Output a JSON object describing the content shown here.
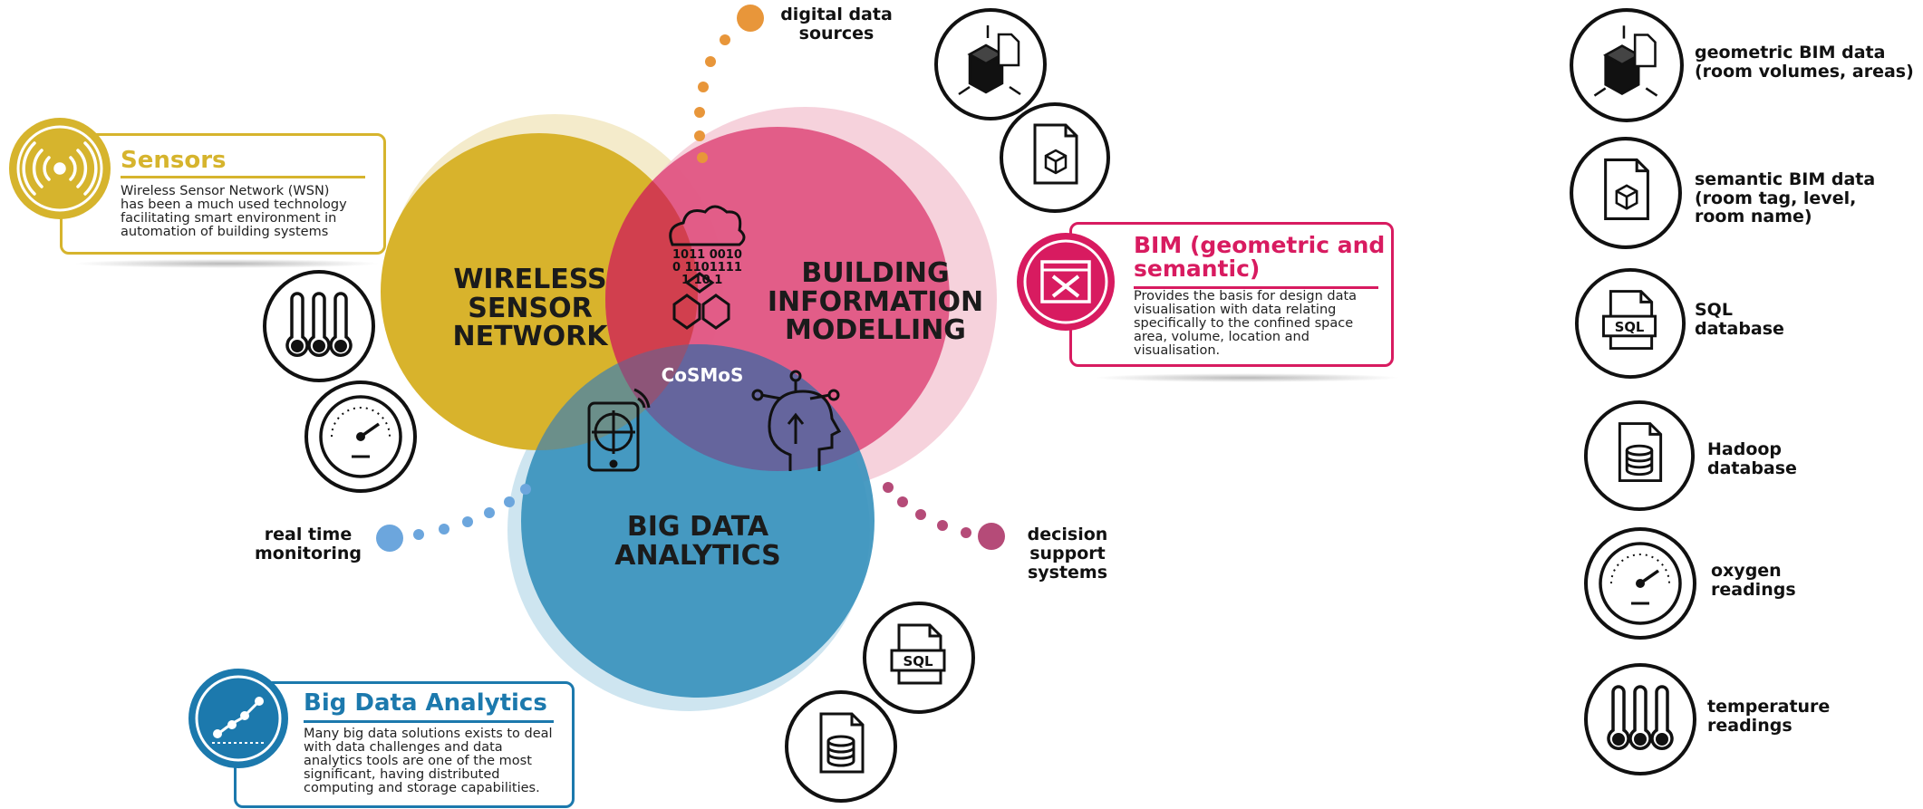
{
  "colors": {
    "wsn": "#d8b32c",
    "bim": "#df5380",
    "bda": "#3a93bd",
    "realtime_dot": "#6ca6dd",
    "digital_dot": "#e8963a",
    "decision_dot": "#b54b78",
    "sensors_panel": "#d6b42d",
    "bim_panel": "#d81b60",
    "bda_panel": "#1c79ad"
  },
  "venn": {
    "wsn_label": [
      "WIRELESS",
      "SENSOR",
      "NETWORK"
    ],
    "bim_label": [
      "BUILDING",
      "INFORMATION",
      "MODELLING"
    ],
    "bda_label": [
      "BIG DATA",
      "ANALYTICS"
    ],
    "center_label": "CoSMoS"
  },
  "callouts": {
    "digital_data_sources": [
      "digital data",
      "sources"
    ],
    "real_time_monitoring": [
      "real time",
      "monitoring"
    ],
    "decision_support": [
      "decision",
      "support",
      "systems"
    ]
  },
  "panels": {
    "sensors": {
      "title": "Sensors",
      "body": [
        "Wireless Sensor Network (WSN)",
        "has been a much used technology",
        "facilitating smart environment in",
        "automation of building systems"
      ],
      "icon": "wireless-signal-icon"
    },
    "bim": {
      "title": [
        "BIM (geometric and",
        "semantic)"
      ],
      "body": [
        "Provides the basis for design data",
        "visualisation with data relating",
        "specifically to the confined space",
        "area, volume, location and",
        "visualisation."
      ],
      "icon": "design-tools-window-icon"
    },
    "bda": {
      "title": "Big Data Analytics",
      "body": [
        "Many big data solutions exists to deal",
        "with data challenges and data",
        "analytics tools are one of the most",
        "significant, having distributed",
        "computing and storage capabilities."
      ],
      "icon": "scatter-trend-icon"
    }
  },
  "diagram_icons": {
    "sql_label": "SQL",
    "binary_rows": [
      "1011 0010",
      "0 1101111",
      "1 10 1"
    ]
  },
  "legend": [
    {
      "icon": "bim-cube-icon",
      "label": [
        "geometric BIM data",
        "(room volumes, areas)"
      ]
    },
    {
      "icon": "bim-document-icon",
      "label": [
        "semantic BIM data",
        "(room tag, level,",
        "room name)"
      ]
    },
    {
      "icon": "sql-file-icon",
      "label": [
        "SQL",
        "database"
      ]
    },
    {
      "icon": "hadoop-database-icon",
      "label": [
        "Hadoop",
        "database"
      ]
    },
    {
      "icon": "gauge-icon",
      "label": [
        "oxygen",
        "readings"
      ]
    },
    {
      "icon": "thermometers-icon",
      "label": [
        "temperature",
        "readings"
      ]
    }
  ]
}
